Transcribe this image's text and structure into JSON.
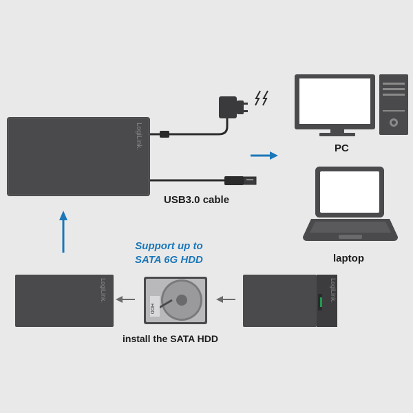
{
  "labels": {
    "pc": "PC",
    "usb_cable": "USB3.0 cable",
    "laptop": "laptop",
    "install": "install the SATA HDD",
    "support_line1": "Support up to",
    "support_line2": "SATA 6G HDD"
  },
  "brand": {
    "main": "LogiLink.",
    "bottom_left": "LogiLink.",
    "bottom_right": "LogiLink.",
    "hdd": "HDD"
  },
  "colors": {
    "background": "#e9e9ea",
    "device": "#4a4a4c",
    "accent_arrow": "#1b77b8",
    "support_text": "#1b77b8"
  },
  "icons": {
    "power": "power-adapter-icon",
    "lightning": "lightning-icon",
    "pc": "desktop-pc-icon",
    "laptop": "laptop-icon",
    "hdd": "hard-disk-icon"
  }
}
